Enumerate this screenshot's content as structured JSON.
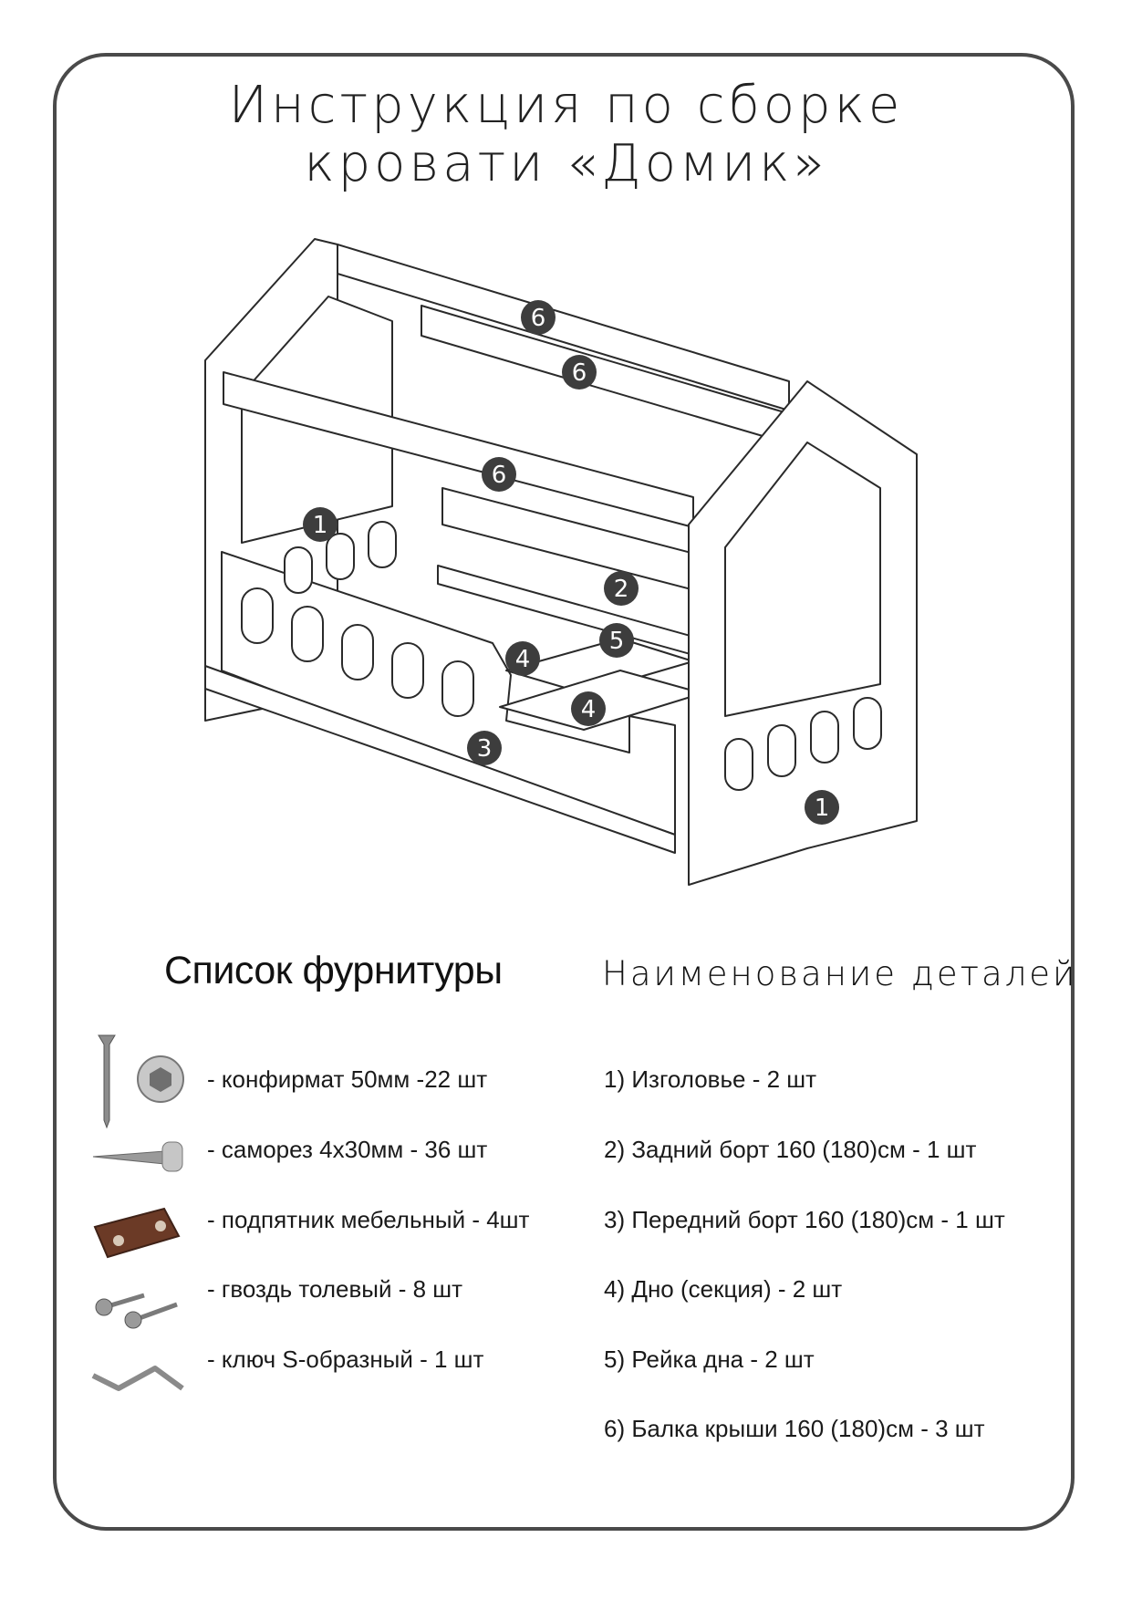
{
  "title": {
    "line1": "Инструкция по сборке",
    "line2": "кровати «Домик»"
  },
  "drawing": {
    "part_markers": [
      "6",
      "6",
      "6",
      "1",
      "2",
      "5",
      "4",
      "4",
      "3",
      "1"
    ]
  },
  "hardware": {
    "heading": "Список фурнитуры",
    "items": [
      {
        "text": "- конфирмат 50мм -22 шт",
        "icon": "confirmat-screw-icon"
      },
      {
        "text": "- саморез 4х30мм - 36 шт",
        "icon": "wood-screw-icon"
      },
      {
        "text": "- подпятник мебельный - 4шт",
        "icon": "furniture-glide-icon"
      },
      {
        "text": "- гвоздь толевый - 8 шт",
        "icon": "roofing-nail-icon"
      },
      {
        "text": "- ключ S-образный - 1 шт",
        "icon": "s-wrench-icon"
      }
    ]
  },
  "parts": {
    "heading": "Наименование деталей",
    "items": [
      "1) Изголовье - 2 шт",
      "2) Задний борт 160 (180)см - 1 шт",
      "3) Передний борт 160 (180)см - 1 шт",
      "4) Дно (секция) - 2 шт",
      "5) Рейка дна - 2 шт",
      "6) Балка крыши 160 (180)см - 3 шт"
    ]
  },
  "colors": {
    "frame": "#4a4a4a",
    "marker": "#3d3d3d",
    "marker_text": "#ffffff",
    "line": "#2a2a2a",
    "glide_brown": "#6b3a26"
  }
}
